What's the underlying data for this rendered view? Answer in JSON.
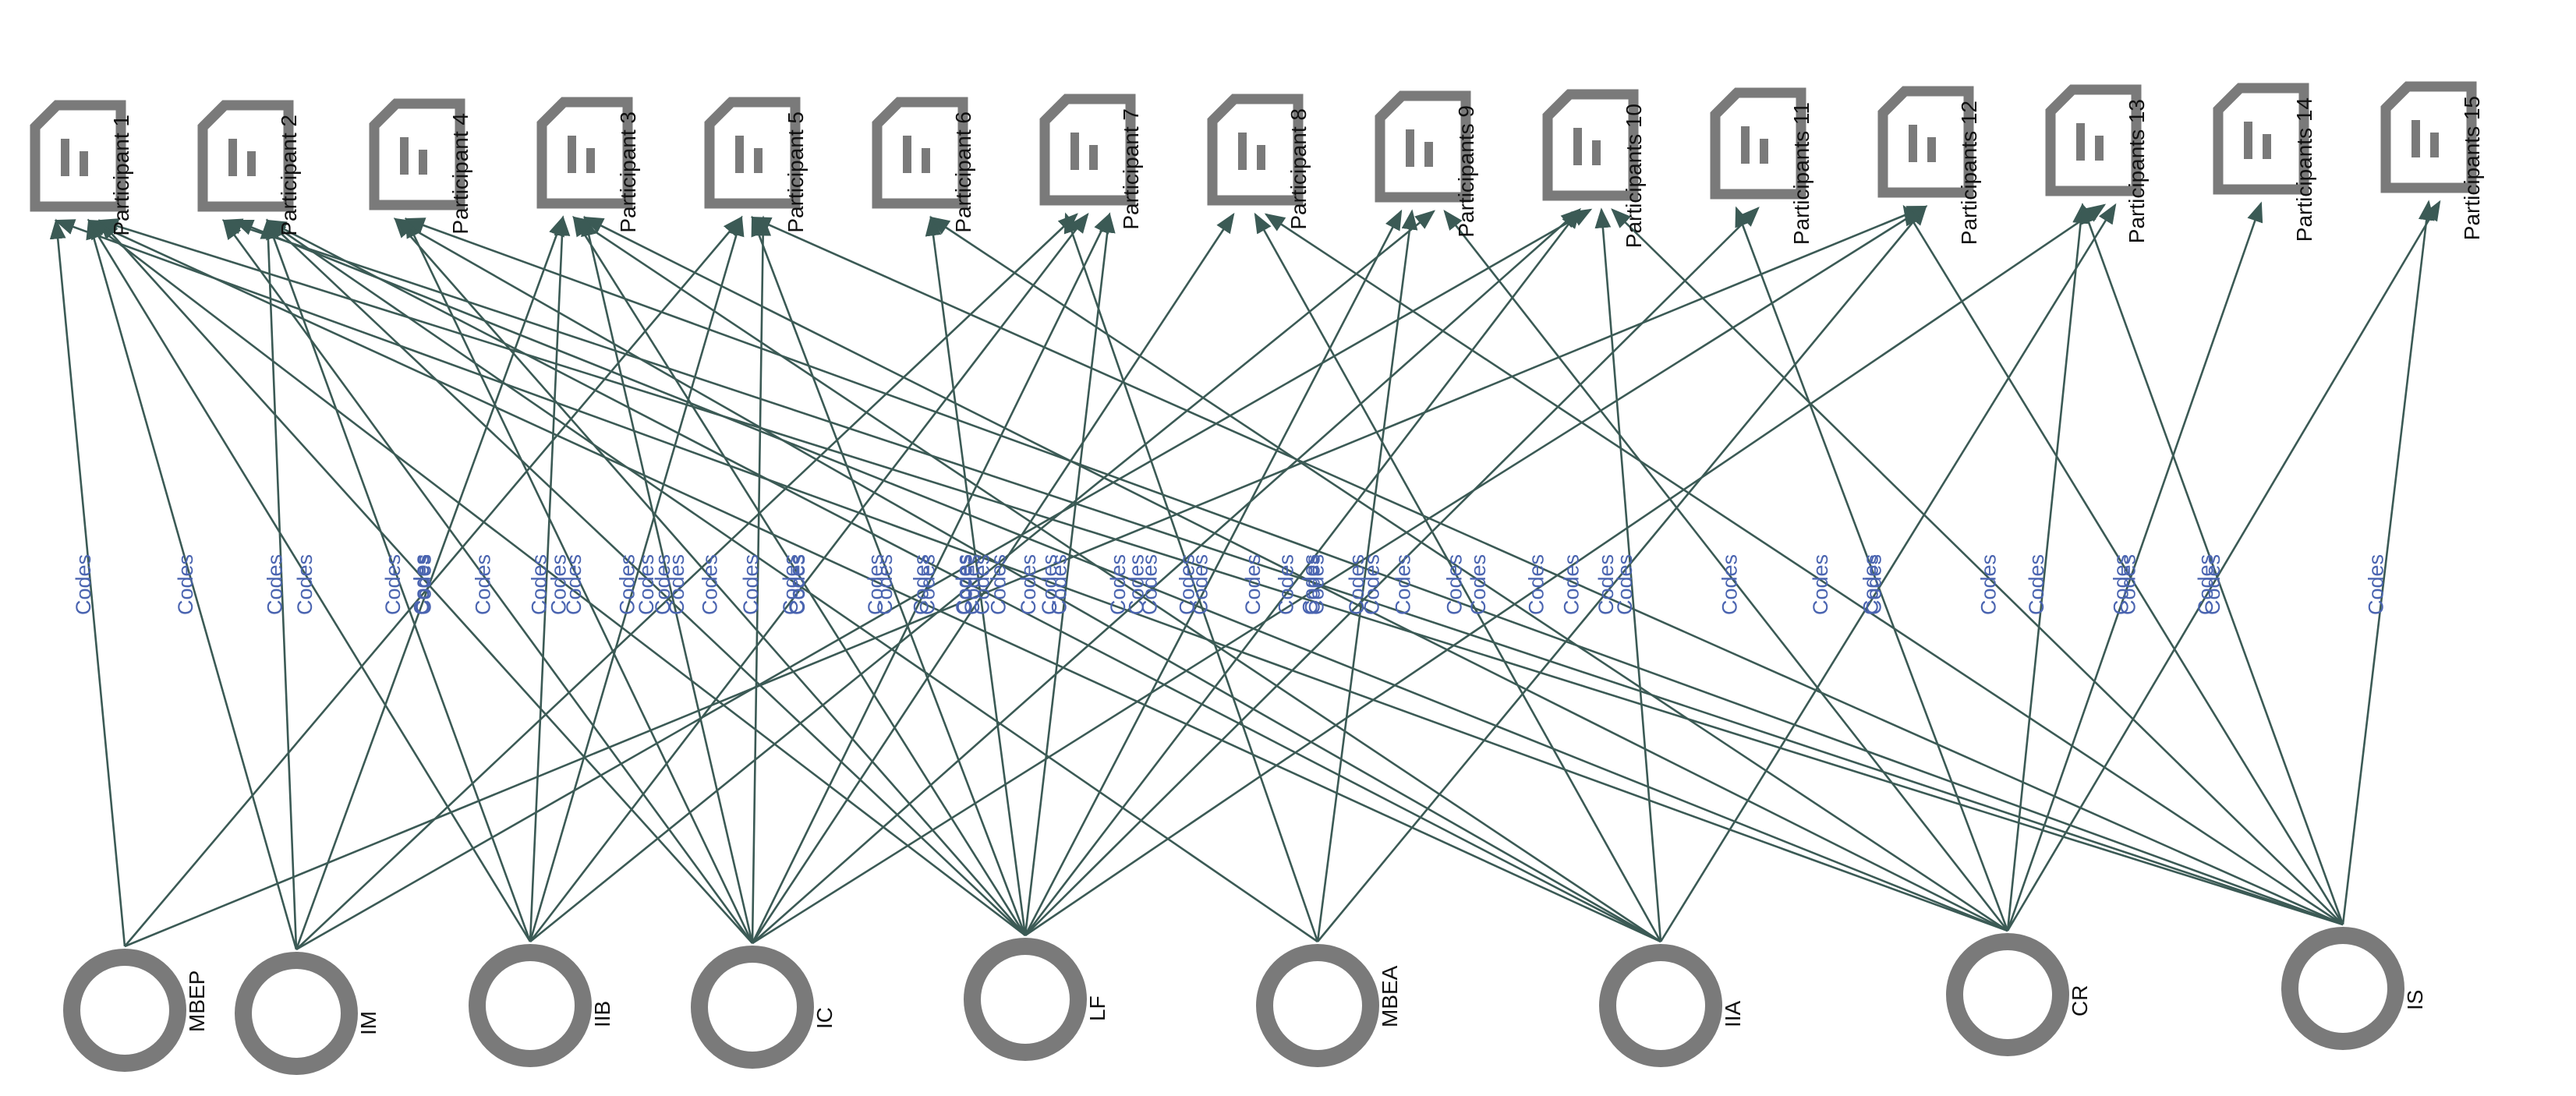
{
  "diagram": {
    "colors": {
      "edge": "#3b5a55",
      "edge_label": "#4a64b0",
      "node_stroke": "#7a7a7a",
      "label_text": "#111111"
    },
    "icons": {
      "document_node": "document-chart-icon",
      "code_node": "code-circle-icon"
    },
    "edge_label": "Codes",
    "documents": [
      {
        "id": "P1",
        "label": "Participant 1"
      },
      {
        "id": "P2",
        "label": "Participant 2"
      },
      {
        "id": "P4",
        "label": "Participant 4"
      },
      {
        "id": "P3",
        "label": "Participant 3"
      },
      {
        "id": "P5",
        "label": "Participant 5"
      },
      {
        "id": "P6",
        "label": "Participant 6"
      },
      {
        "id": "P7",
        "label": "Participant 7"
      },
      {
        "id": "P8",
        "label": "Participant 8"
      },
      {
        "id": "P9",
        "label": "Participants 9"
      },
      {
        "id": "P10",
        "label": "Participants 10"
      },
      {
        "id": "P11",
        "label": "Participants 11"
      },
      {
        "id": "P12",
        "label": "Participants 12"
      },
      {
        "id": "P13",
        "label": "Participants 13"
      },
      {
        "id": "P14",
        "label": "Participants 14"
      },
      {
        "id": "P15",
        "label": "Participants 15"
      }
    ],
    "codes": [
      {
        "id": "MBEP",
        "label": "MBEP"
      },
      {
        "id": "IM",
        "label": "IM"
      },
      {
        "id": "IIB",
        "label": "IIB"
      },
      {
        "id": "IC",
        "label": "IC"
      },
      {
        "id": "LF",
        "label": "LF"
      },
      {
        "id": "MBEA",
        "label": "MBEA"
      },
      {
        "id": "IIA",
        "label": "IIA"
      },
      {
        "id": "CR",
        "label": "CR"
      },
      {
        "id": "IS",
        "label": "IS"
      }
    ],
    "edges": [
      {
        "from": "MBEP",
        "to": "P1"
      },
      {
        "from": "MBEP",
        "to": "P5"
      },
      {
        "from": "MBEP",
        "to": "P12"
      },
      {
        "from": "IM",
        "to": "P1"
      },
      {
        "from": "IM",
        "to": "P2"
      },
      {
        "from": "IM",
        "to": "P3"
      },
      {
        "from": "IM",
        "to": "P7"
      },
      {
        "from": "IM",
        "to": "P10"
      },
      {
        "from": "IIB",
        "to": "P1"
      },
      {
        "from": "IIB",
        "to": "P2"
      },
      {
        "from": "IIB",
        "to": "P3"
      },
      {
        "from": "IIB",
        "to": "P5"
      },
      {
        "from": "IIB",
        "to": "P7"
      },
      {
        "from": "IIB",
        "to": "P9"
      },
      {
        "from": "IC",
        "to": "P1"
      },
      {
        "from": "IC",
        "to": "P2"
      },
      {
        "from": "IC",
        "to": "P4"
      },
      {
        "from": "IC",
        "to": "P3"
      },
      {
        "from": "IC",
        "to": "P5"
      },
      {
        "from": "IC",
        "to": "P7"
      },
      {
        "from": "IC",
        "to": "P8"
      },
      {
        "from": "IC",
        "to": "P10"
      },
      {
        "from": "IC",
        "to": "P12"
      },
      {
        "from": "LF",
        "to": "P1"
      },
      {
        "from": "LF",
        "to": "P2"
      },
      {
        "from": "LF",
        "to": "P4"
      },
      {
        "from": "LF",
        "to": "P3"
      },
      {
        "from": "LF",
        "to": "P5"
      },
      {
        "from": "LF",
        "to": "P6"
      },
      {
        "from": "LF",
        "to": "P7"
      },
      {
        "from": "LF",
        "to": "P9"
      },
      {
        "from": "LF",
        "to": "P10"
      },
      {
        "from": "LF",
        "to": "P11"
      },
      {
        "from": "LF",
        "to": "P13"
      },
      {
        "from": "MBEA",
        "to": "P2"
      },
      {
        "from": "MBEA",
        "to": "P7"
      },
      {
        "from": "MBEA",
        "to": "P9"
      },
      {
        "from": "MBEA",
        "to": "P12"
      },
      {
        "from": "IIA",
        "to": "P1"
      },
      {
        "from": "IIA",
        "to": "P2"
      },
      {
        "from": "IIA",
        "to": "P4"
      },
      {
        "from": "IIA",
        "to": "P3"
      },
      {
        "from": "IIA",
        "to": "P8"
      },
      {
        "from": "IIA",
        "to": "P10"
      },
      {
        "from": "IIA",
        "to": "P13"
      },
      {
        "from": "CR",
        "to": "P1"
      },
      {
        "from": "CR",
        "to": "P2"
      },
      {
        "from": "CR",
        "to": "P3"
      },
      {
        "from": "CR",
        "to": "P6"
      },
      {
        "from": "CR",
        "to": "P9"
      },
      {
        "from": "CR",
        "to": "P11"
      },
      {
        "from": "CR",
        "to": "P13"
      },
      {
        "from": "CR",
        "to": "P14"
      },
      {
        "from": "CR",
        "to": "P15"
      },
      {
        "from": "IS",
        "to": "P1"
      },
      {
        "from": "IS",
        "to": "P2"
      },
      {
        "from": "IS",
        "to": "P4"
      },
      {
        "from": "IS",
        "to": "P5"
      },
      {
        "from": "IS",
        "to": "P8"
      },
      {
        "from": "IS",
        "to": "P10"
      },
      {
        "from": "IS",
        "to": "P12"
      },
      {
        "from": "IS",
        "to": "P13"
      },
      {
        "from": "IS",
        "to": "P15"
      }
    ]
  }
}
